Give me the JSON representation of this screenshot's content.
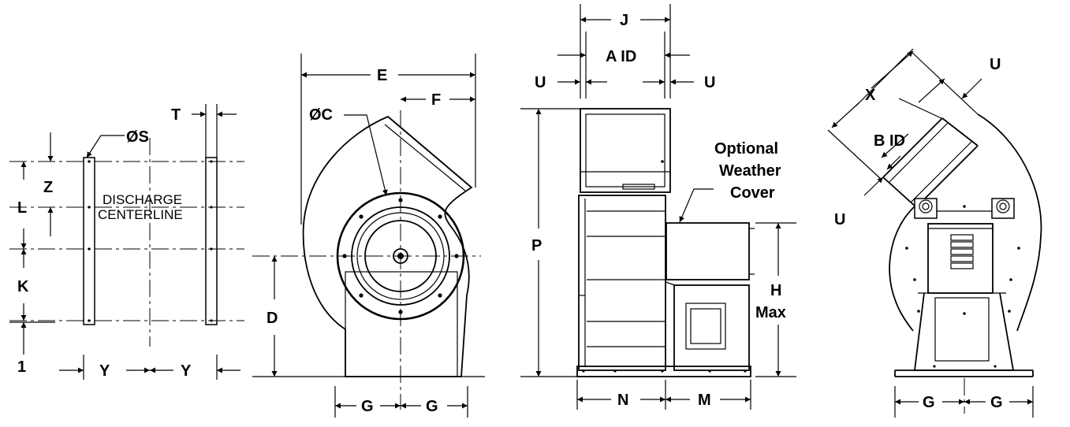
{
  "flange": {
    "diameter_s": "ØS",
    "t": "T",
    "z": "Z",
    "l": "L",
    "k": "K",
    "one": "1",
    "y_left": "Y",
    "y_right": "Y",
    "centerline_1": "DISCHARGE",
    "centerline_2": "CENTERLINE"
  },
  "side_view": {
    "e": "E",
    "f": "F",
    "diameter_c": "ØC",
    "d": "D",
    "g_left": "G",
    "g_right": "G"
  },
  "front_view": {
    "j": "J",
    "a_id": "A ID",
    "u_left": "U",
    "u_right": "U",
    "p": "P",
    "h": "H",
    "max": "Max",
    "cover_1": "Optional",
    "cover_2": "Weather",
    "cover_3": "Cover",
    "n": "N",
    "m": "M"
  },
  "rear_view": {
    "x": "X",
    "b_id": "B ID",
    "u_top": "U",
    "u_bottom": "U",
    "g_left": "G",
    "g_right": "G"
  }
}
